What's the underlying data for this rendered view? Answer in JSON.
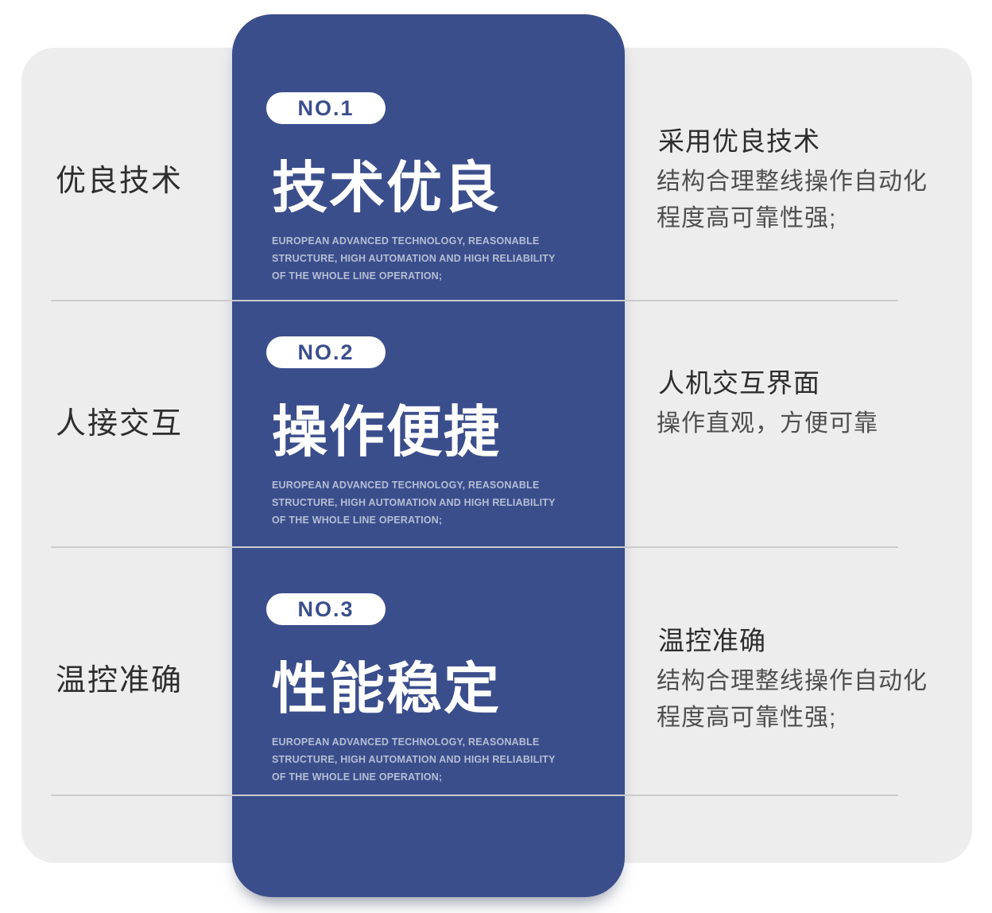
{
  "page": {
    "background": "#ffffff",
    "panel_color": "#EDEDEE",
    "card_color": "#3B4E8C",
    "divider_color": "#CBCBCB",
    "title_color": "#ffffff",
    "caption_color": "#B5BED4"
  },
  "sections": [
    {
      "left_label": "优良技术",
      "badge": "NO.1",
      "title": "技术优良",
      "caption": "EUROPEAN ADVANCED TECHNOLOGY, REASONABLE\nSTRUCTURE, HIGH AUTOMATION AND HIGH RELIABILITY\nOF THE WHOLE LINE OPERATION;",
      "right_heading": "采用优良技术",
      "right_body": "结构合理整线操作自动化\n程度高可靠性强;"
    },
    {
      "left_label": "人接交互",
      "badge": "NO.2",
      "title": "操作便捷",
      "caption": "EUROPEAN ADVANCED TECHNOLOGY, REASONABLE\nSTRUCTURE, HIGH AUTOMATION AND HIGH RELIABILITY\nOF THE WHOLE LINE OPERATION;",
      "right_heading": "人机交互界面",
      "right_body": "操作直观，方便可靠"
    },
    {
      "left_label": "温控准确",
      "badge": "NO.3",
      "title": "性能稳定",
      "caption": "EUROPEAN ADVANCED TECHNOLOGY, REASONABLE\nSTRUCTURE, HIGH AUTOMATION AND HIGH RELIABILITY\nOF THE WHOLE LINE OPERATION;",
      "right_heading": "温控准确",
      "right_body": "结构合理整线操作自动化\n程度高可靠性强;"
    }
  ]
}
